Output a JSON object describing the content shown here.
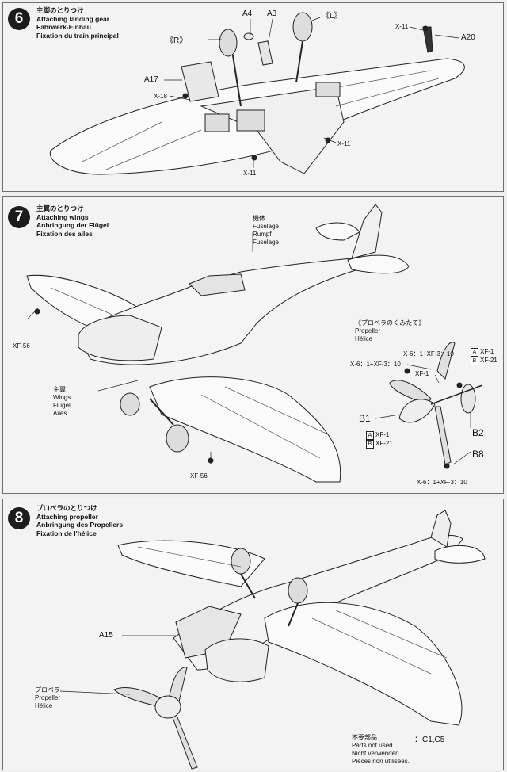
{
  "steps": [
    {
      "number": "6",
      "title_jp": "主脚のとりつけ",
      "title_en": "Attaching landing gear",
      "title_de": "Fahrwerk-Einbau",
      "title_fr": "Fixation du train principal",
      "labels": {
        "a4": "A4",
        "a3": "A3",
        "left_gear": "《L》",
        "right_gear": "《R》",
        "x11_top": "X-11",
        "a20": "A20",
        "a17": "A17",
        "x18": "X-18",
        "x11_right": "X-11",
        "x11_bottom": "X-11"
      }
    },
    {
      "number": "7",
      "title_jp": "主翼のとりつけ",
      "title_en": "Attaching wings",
      "title_de": "Anbringung der Flügel",
      "title_fr": "Fixation des ailes",
      "labels": {
        "fuselage_jp": "機体",
        "fuselage_en": "Fuselage",
        "fuselage_de": "Rumpf",
        "fuselage_fr": "Fuselage",
        "wings_jp": "主翼",
        "wings_en": "Wings",
        "wings_de": "Flügel",
        "wings_fr": "Ailes",
        "xf56_left": "XF-56",
        "xf56_bottom": "XF-56",
        "prop_title_jp": "《プロペラのくみたて》",
        "prop_en": "Propeller",
        "prop_fr": "Hélice",
        "mix1": "X-6：1+XF-3：10",
        "mix2": "X-6：1+XF-3：10",
        "mix3": "X-6：1+XF-3：10",
        "xf1_mid": "XF-1",
        "box_a": "A",
        "box_b": "B",
        "xf1_right": "XF-1",
        "xf21_right": "XF-21",
        "xf1_left": "XF-1",
        "xf21_left": "XF-21",
        "b1": "B1",
        "b2": "B2",
        "b8": "B8"
      }
    },
    {
      "number": "8",
      "title_jp": "プロペラのとりつけ",
      "title_en": "Attaching propeller",
      "title_de": "Anbringung des Propellers",
      "title_fr": "Fixation de l'hélice",
      "labels": {
        "a15": "A15",
        "prop_jp": "プロペラ",
        "prop_en": "Propeller",
        "prop_fr": "Hélice",
        "unused_jp": "不要部品",
        "unused_en": "Parts not used.",
        "unused_de": "Nicht verwenden.",
        "unused_fr": "Pièces non utilisées.",
        "unused_parts": "：C1,C5"
      }
    }
  ]
}
